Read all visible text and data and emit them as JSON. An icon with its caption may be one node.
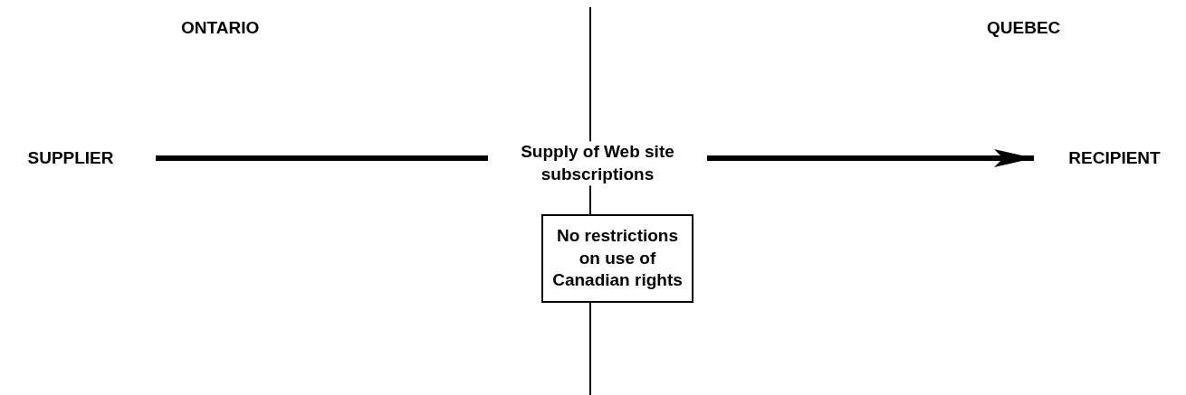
{
  "diagram": {
    "nodes": [
      {
        "text": [
          "SUPPLIER"
        ]
      },
      {
        "text": [
          "RECIPIENT"
        ]
      },
      {
        "text": [
          "No restrictions on use of Canadian rights"
        ]
      }
    ],
    "edges": [
      {
        "from": 0,
        "to": 1,
        "arrow": "to",
        "label": "Supply of Web site subscriptions"
      }
    ],
    "labels": [
      "ONTARIO",
      "QUEBEC"
    ]
  }
}
